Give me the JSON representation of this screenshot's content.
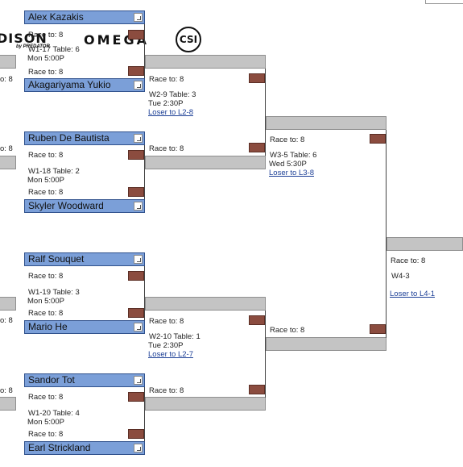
{
  "logos": {
    "predator": "DISON",
    "predator_sub": "by PREDATOR",
    "omega": "OMEGA",
    "csi": "CSI"
  },
  "left_partial": {
    "race1": "o: 8",
    "race2": "o: 8",
    "race3": "o: 8",
    "race4": "o: 8"
  },
  "match1": {
    "top_player": "Alex Kazakis",
    "race_top": "Race to: 8",
    "info": "W1-17 Table: 6",
    "time": "Mon 5:00P",
    "race_bottom": "Race to: 8",
    "bottom_player": "Akagariyama Yukio"
  },
  "match2": {
    "top_player": "Ruben De Bautista",
    "race_top": "Race to: 8",
    "info": "W1-18 Table: 2",
    "time": "Mon 5:00P",
    "race_bottom": "Race to: 8",
    "bottom_player": "Skyler Woodward"
  },
  "match3": {
    "top_player": "Ralf Souquet",
    "race_top": "Race to: 8",
    "info": "W1-19 Table: 3",
    "time": "Mon 5:00P",
    "race_bottom": "Race to: 8",
    "bottom_player": "Mario He"
  },
  "match4": {
    "top_player": "Sandor Tot",
    "race_top": "Race to: 8",
    "info": "W1-20 Table: 4",
    "time": "Mon 5:00P",
    "race_bottom": "Race to: 8",
    "bottom_player": "Earl Strickland"
  },
  "round2a": {
    "race_top": "Race to: 8",
    "info": "W2-9 Table: 3",
    "time": "Tue 2:30P",
    "loser": "Loser to L2-8",
    "race_bottom": "Race to: 8"
  },
  "round2b": {
    "race_top": "Race to: 8",
    "info": "W2-10 Table: 1",
    "time": "Tue 2:30P",
    "loser": "Loser to L2-7",
    "race_bottom": "Race to: 8"
  },
  "round3": {
    "race_top": "Race to: 8",
    "info": "W3-5 Table: 6",
    "time": "Wed 5:30P",
    "loser": "Loser to L3-8",
    "race_bottom": "Race to: 8"
  },
  "round4": {
    "race_top": "Race to: 8",
    "info": "W4-3",
    "loser": "Loser to L4-1"
  }
}
